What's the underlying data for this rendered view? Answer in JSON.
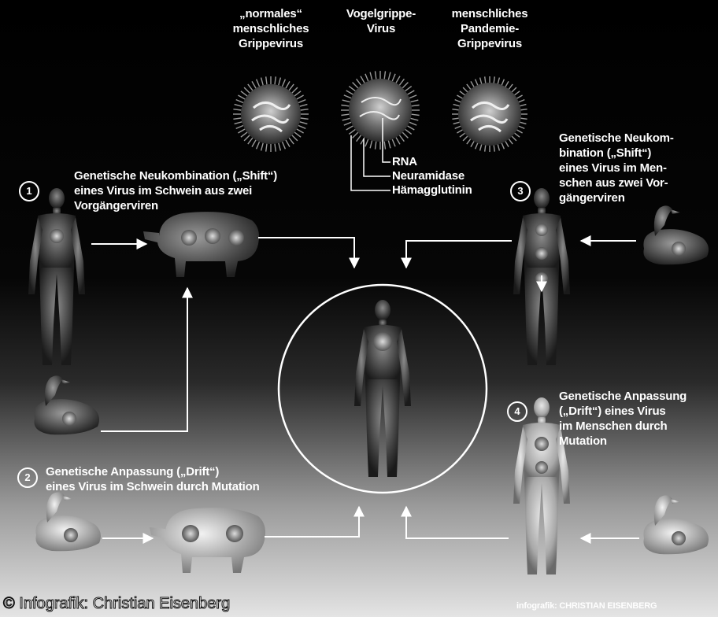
{
  "virus_labels": {
    "normal": "„normales“\nmenschliches\nGrippevirus",
    "bird": "Vogelgrippe-\nVirus",
    "pandemic": "menschliches\nPandemie-\nGrippevirus"
  },
  "virus_parts": {
    "rna": "RNA",
    "neuraminidase": "Neuramidase",
    "hemagglutinin": "Hämagglutinin"
  },
  "steps": [
    {
      "number": "1",
      "text": "Genetische Neukombination („Shift“)\neines Virus im Schwein aus zwei\nVorgängerviren"
    },
    {
      "number": "2",
      "text": "Genetische Anpassung („Drift“)\neines Virus im Schwein durch Mutation"
    },
    {
      "number": "3",
      "text": "Genetische Neukom-\nbination („Shift“)\neines Virus im Men-\nschen aus zwei Vor-\ngängerviren"
    },
    {
      "number": "4",
      "text": "Genetische Anpassung\n(„Drift“) eines Virus\nim Menschen durch\nMutation"
    }
  ],
  "credits": {
    "left": "© Infografik: Christian Eisenberg",
    "right": "infografik: CHRISTIAN EISENBERG"
  },
  "colors": {
    "background_top": "#000000",
    "background_bottom": "#e4e4e4",
    "text": "#ffffff",
    "arrow": "#ffffff"
  }
}
